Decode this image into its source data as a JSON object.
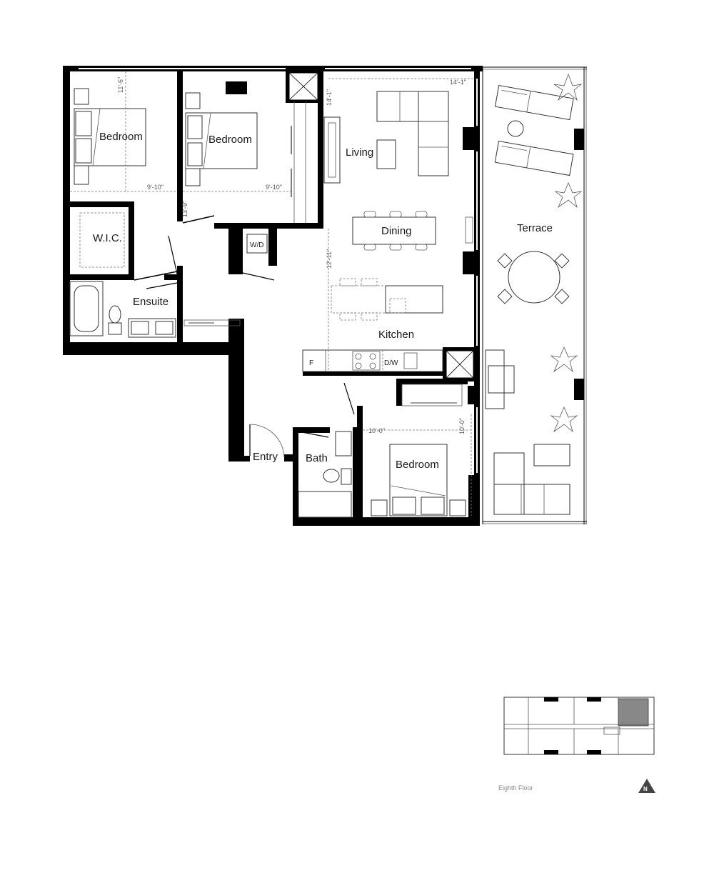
{
  "rooms": {
    "bedroom_1": "Bedroom",
    "bedroom_2": "Bedroom",
    "bedroom_3": "Bedroom",
    "wic": "W.I.C.",
    "ensuite": "Ensuite",
    "living": "Living",
    "dining": "Dining",
    "kitchen": "Kitchen",
    "entry": "Entry",
    "bath": "Bath",
    "terrace": "Terrace"
  },
  "appliances": {
    "washer_dryer": "W/D",
    "fridge": "F",
    "dishwasher": "D/W"
  },
  "dimensions": {
    "bed1_depth": "11'-5\"",
    "bed1_width": "9'-10\"",
    "bed2_depth": "13'-9\"",
    "bed2_width": "9'-10\"",
    "living_width": "14'-1\"",
    "living_depth": "14'-1\"",
    "dining_depth": "12'-11\"",
    "bed3_width": "10'-0\"",
    "bed3_depth": "10'-0\""
  },
  "key_plan": {
    "floor_label": "Eighth Floor",
    "north_label": "N"
  }
}
